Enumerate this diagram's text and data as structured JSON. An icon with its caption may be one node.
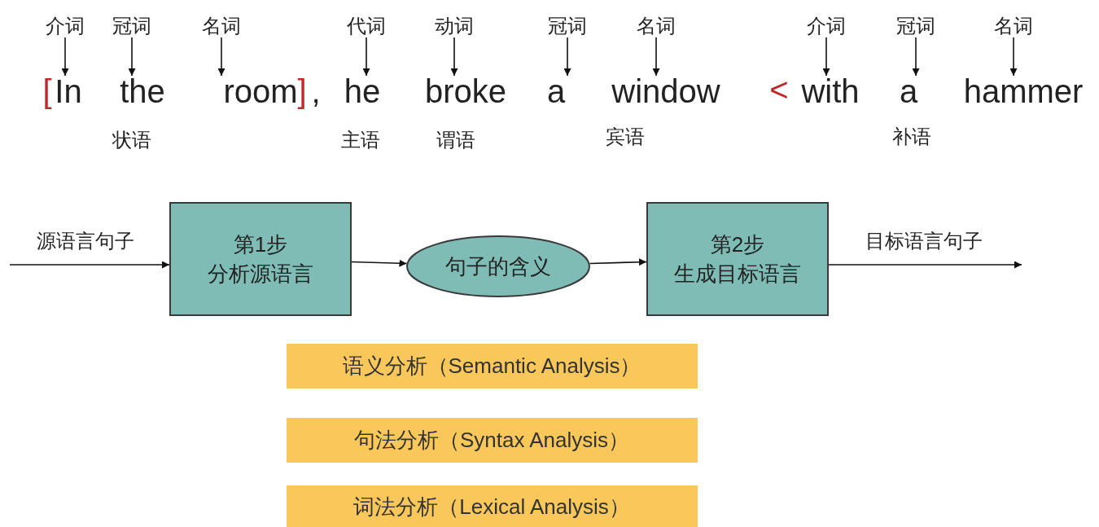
{
  "diagram": {
    "nodes": [
      {
        "text": [
          "介词"
        ]
      },
      {
        "text": [
          "冠词"
        ]
      },
      {
        "text": [
          "名词"
        ]
      },
      {
        "text": [
          "代词"
        ]
      },
      {
        "text": [
          "动词"
        ]
      },
      {
        "text": [
          "冠词"
        ]
      },
      {
        "text": [
          "名词"
        ]
      },
      {
        "text": [
          "介词"
        ]
      },
      {
        "text": [
          "冠词"
        ]
      },
      {
        "text": [
          "名词"
        ]
      },
      {
        "text": [
          "In"
        ]
      },
      {
        "text": [
          "the"
        ]
      },
      {
        "text": [
          "room"
        ]
      },
      {
        "text": [
          "he"
        ]
      },
      {
        "text": [
          "broke"
        ]
      },
      {
        "text": [
          "a"
        ]
      },
      {
        "text": [
          "window"
        ]
      },
      {
        "text": [
          "with"
        ]
      },
      {
        "text": [
          "a"
        ]
      },
      {
        "text": [
          "hammer"
        ]
      },
      {
        "text": [
          "第1步",
          "分析源语言"
        ]
      },
      {
        "text": [
          "句子的含义"
        ]
      },
      {
        "text": [
          "第2步",
          "生成目标语言"
        ]
      },
      {
        "text": [
          "语义分析（Semantic Analysis）"
        ]
      },
      {
        "text": [
          "句法分析（Syntax Analysis）"
        ]
      },
      {
        "text": [
          "词法分析（Lexical Analysis）"
        ]
      }
    ],
    "edges": [
      {
        "from": 0,
        "to": 10,
        "arrow": "to"
      },
      {
        "from": 1,
        "to": 11,
        "arrow": "to"
      },
      {
        "from": 2,
        "to": 12,
        "arrow": "to"
      },
      {
        "from": 3,
        "to": 13,
        "arrow": "to"
      },
      {
        "from": 4,
        "to": 14,
        "arrow": "to"
      },
      {
        "from": 5,
        "to": 15,
        "arrow": "to"
      },
      {
        "from": 6,
        "to": 16,
        "arrow": "to"
      },
      {
        "from": 7,
        "to": 17,
        "arrow": "to"
      },
      {
        "from": 8,
        "to": 18,
        "arrow": "to"
      },
      {
        "from": 9,
        "to": 19,
        "arrow": "to"
      },
      {
        "from": null,
        "to": 20,
        "arrow": "to",
        "label": "源语言句子"
      },
      {
        "from": 20,
        "to": 21,
        "arrow": "to"
      },
      {
        "from": 21,
        "to": 22,
        "arrow": "to"
      },
      {
        "from": 22,
        "to": null,
        "arrow": "to",
        "label": "目标语言句子"
      }
    ],
    "labels": [
      "[",
      "]",
      ",",
      "<",
      "状语",
      "主语",
      "谓语",
      "宾语",
      "补语"
    ]
  }
}
